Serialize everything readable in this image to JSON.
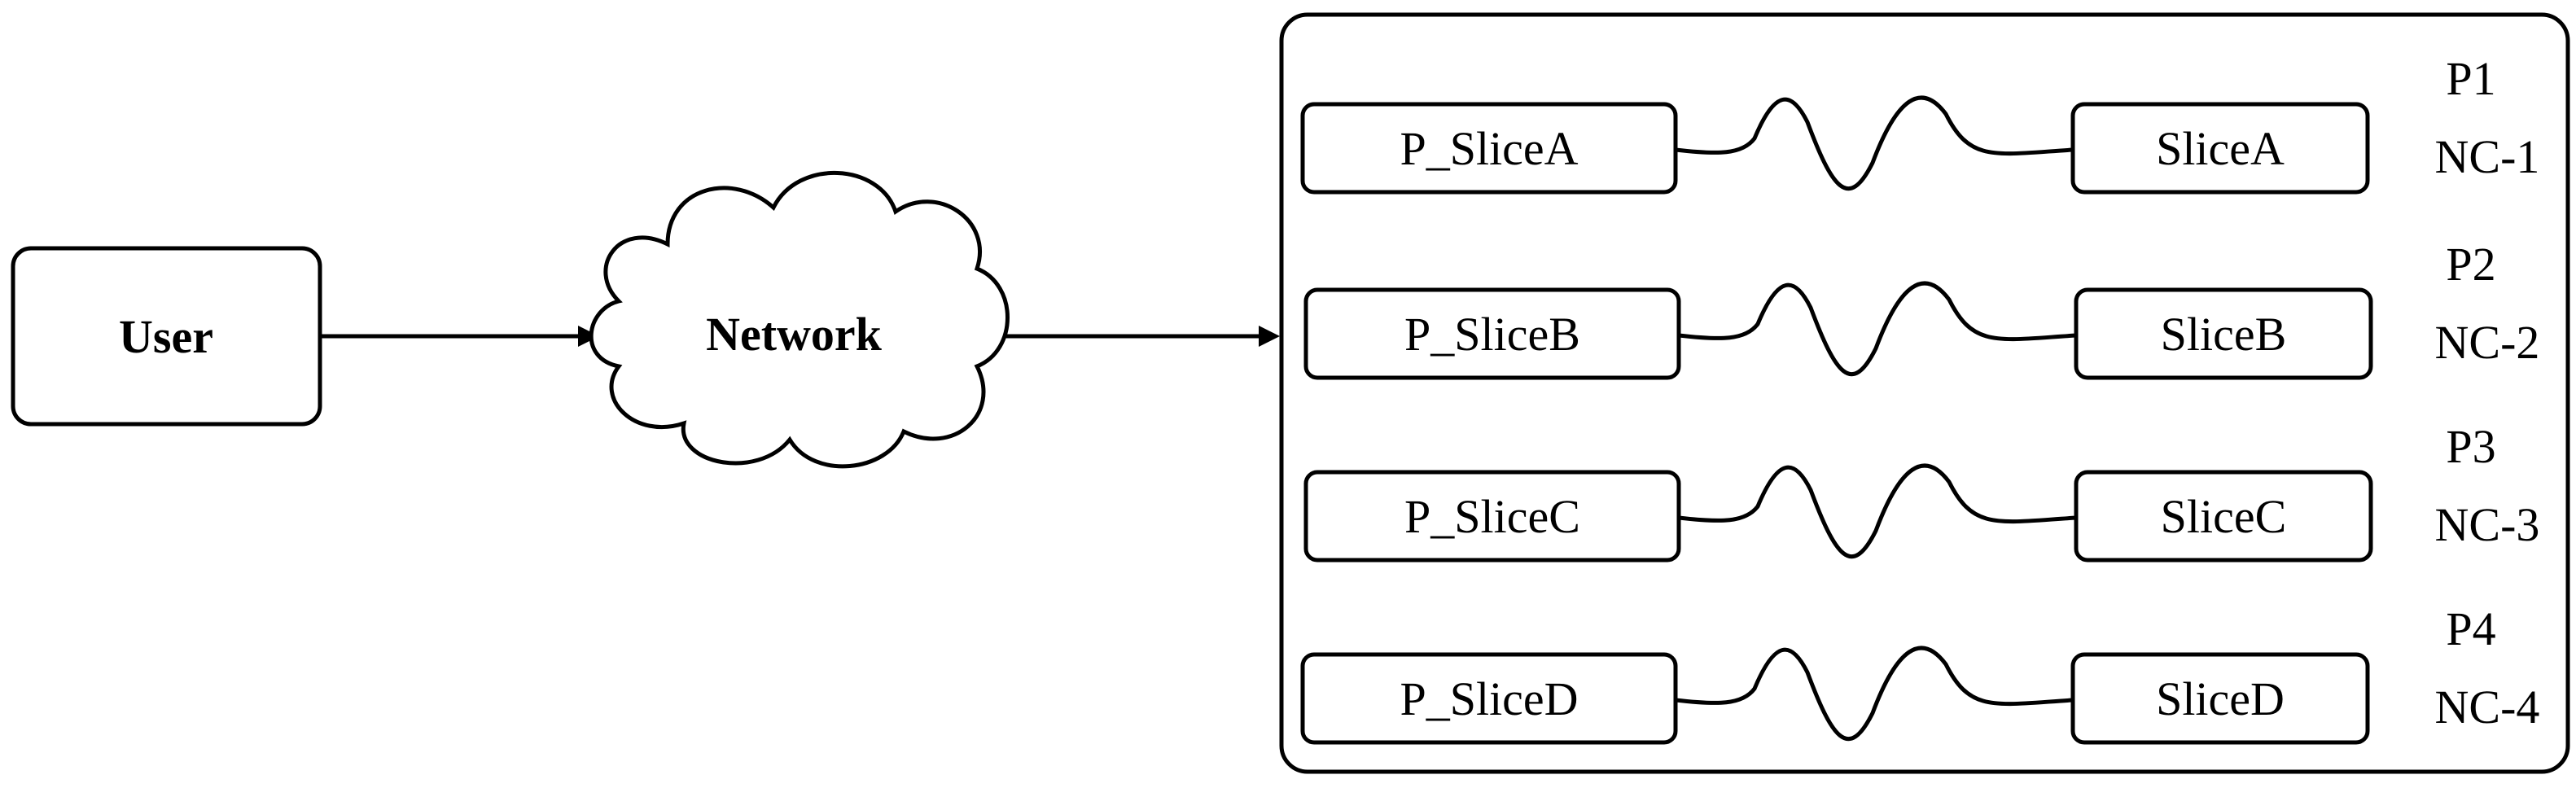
{
  "user": {
    "label": "User"
  },
  "network": {
    "label": "Network"
  },
  "slices": [
    {
      "p_label": "P_SliceA",
      "label": "SliceA",
      "priority": "P1",
      "nc": "NC-1"
    },
    {
      "p_label": "P_SliceB",
      "label": "SliceB",
      "priority": "P2",
      "nc": "NC-2"
    },
    {
      "p_label": "P_SliceC",
      "label": "SliceC",
      "priority": "P3",
      "nc": "NC-3"
    },
    {
      "p_label": "P_SliceD",
      "label": "SliceD",
      "priority": "P4",
      "nc": "NC-4"
    }
  ]
}
